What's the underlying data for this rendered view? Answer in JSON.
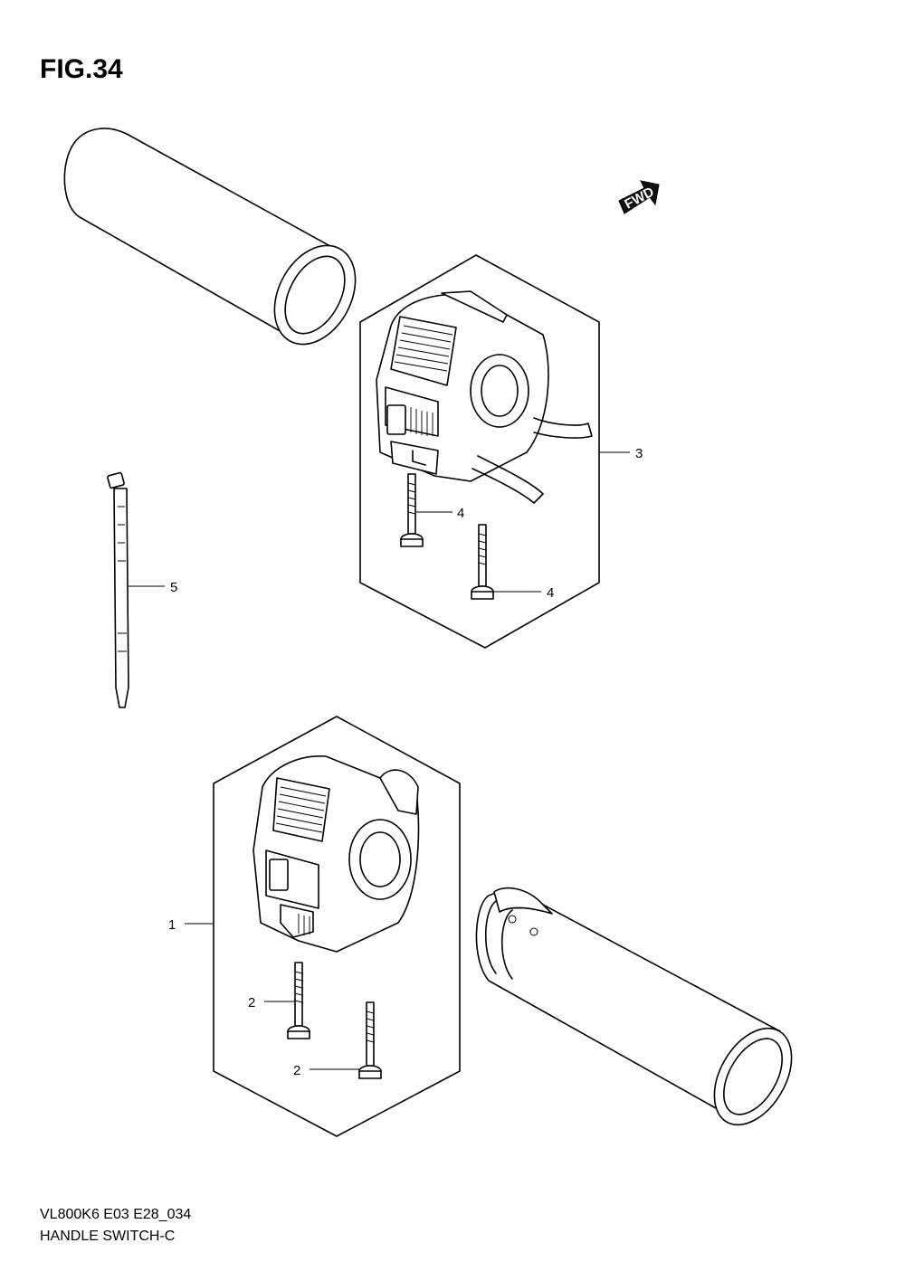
{
  "figure": {
    "title": "FIG.34"
  },
  "fwd_badge": {
    "label": "FWD"
  },
  "callouts": [
    {
      "id": "1",
      "label": "1"
    },
    {
      "id": "2a",
      "label": "2"
    },
    {
      "id": "2b",
      "label": "2"
    },
    {
      "id": "3",
      "label": "3"
    },
    {
      "id": "4a",
      "label": "4"
    },
    {
      "id": "4b",
      "label": "4"
    },
    {
      "id": "5",
      "label": "5"
    }
  ],
  "footer": {
    "model_code": "VL800K6 E03 E28_034",
    "section_name": "HANDLE SWITCH-C"
  }
}
